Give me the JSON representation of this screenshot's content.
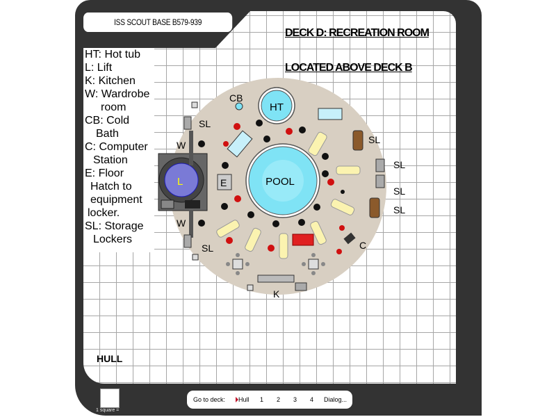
{
  "header": {
    "base_name": "ISS SCOUT BASE B579-939",
    "deck_title": "DECK D: RECREATION ROOM",
    "deck_location": "LOCATED ABOVE DECK B"
  },
  "legend": [
    {
      "text": "HT: Hot tub",
      "indent": false
    },
    {
      "text": "L: Lift",
      "indent": false
    },
    {
      "text": "K: Kitchen",
      "indent": false
    },
    {
      "text": "W: Wardrobe",
      "indent": false
    },
    {
      "text": "room",
      "indent": true
    },
    {
      "text": "CB: Cold",
      "indent": false
    },
    {
      "text": "Bath",
      "indent": true
    },
    {
      "text": "C: Computer",
      "indent": false
    },
    {
      "text": "Station",
      "indent": true
    },
    {
      "text": "E: Floor",
      "indent": false
    },
    {
      "text": "Hatch to",
      "indent": true
    },
    {
      "text": "equipment",
      "indent": true
    },
    {
      "text": "locker.",
      "indent": true
    },
    {
      "text": "SL: Storage",
      "indent": false
    },
    {
      "text": "Lockers",
      "indent": true
    }
  ],
  "map_labels": {
    "hot_tub": "HT",
    "cold_bath": "CB",
    "pool": "POOL",
    "lift": "L",
    "hatch": "E",
    "kitchen": "K",
    "computer": "C",
    "storage": "SL",
    "wardrobe": "W",
    "hull": "HULL"
  },
  "scale": {
    "label": "1 square ="
  },
  "nav": {
    "prefix": "Go to deck:",
    "current": "Hull",
    "decks": [
      "1",
      "2",
      "3",
      "4"
    ],
    "dialog": "Dialog..."
  },
  "colors": {
    "frame": "#333333",
    "floor": "#d8cfc2",
    "water": "#7fe3f5",
    "lift": "#7a7ad6",
    "accent": "#c0142a"
  }
}
